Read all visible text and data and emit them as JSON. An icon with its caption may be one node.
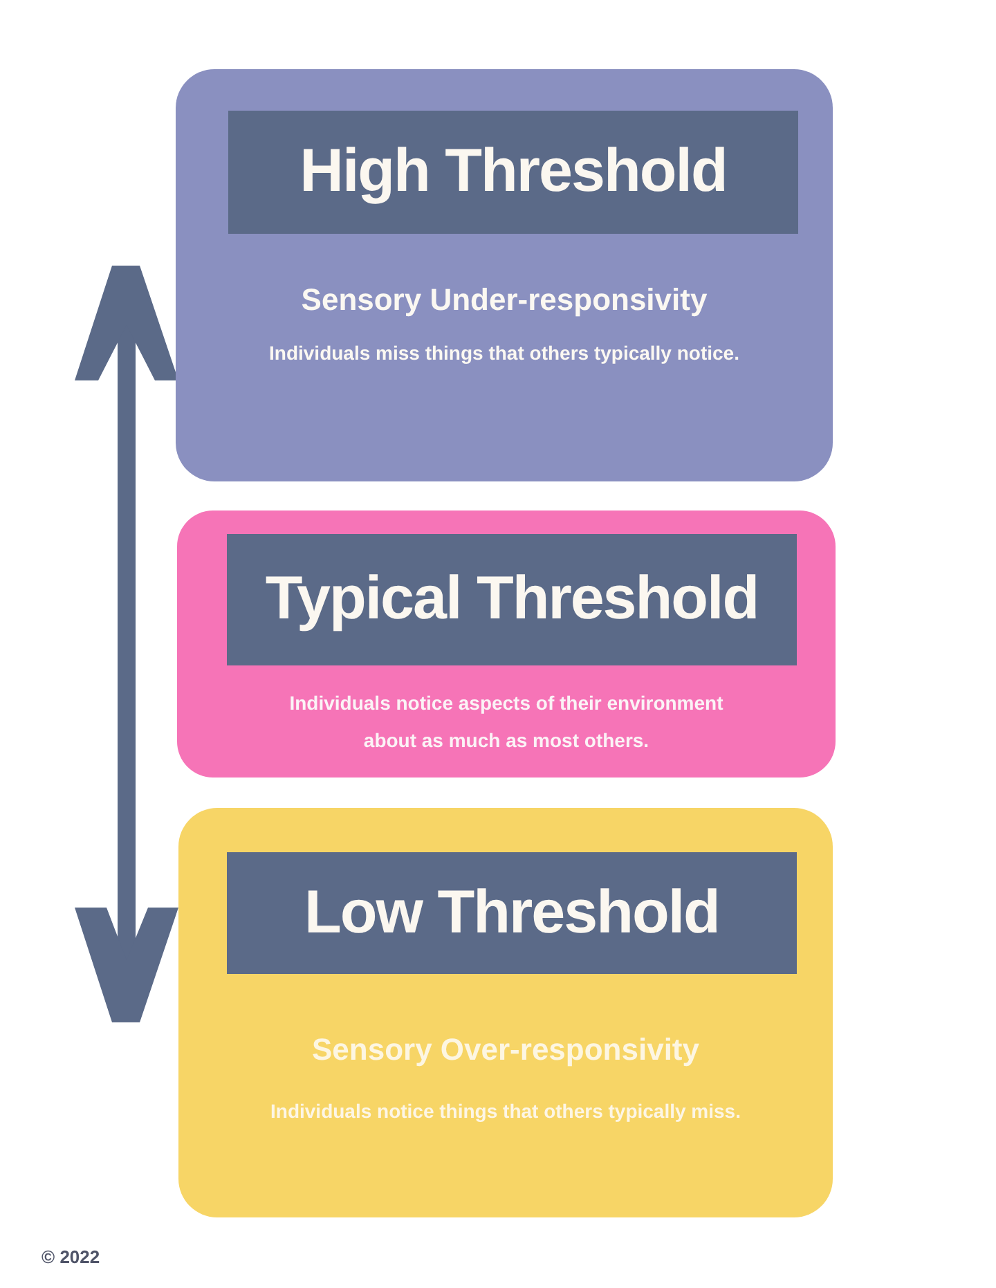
{
  "diagram": {
    "nodes": [
      {
        "text": [
          "Sensory Under-responsivity",
          "Individuals miss things that others typically notice."
        ]
      },
      {
        "text": [
          "High Threshold"
        ],
        "in": 0
      },
      {
        "text": [
          "Individuals notice aspects of their environment about as much as most others."
        ]
      },
      {
        "text": [
          "Typical Threshold"
        ],
        "in": 2
      },
      {
        "text": [
          "Sensory Over-responsivity",
          "Individuals notice things that others typically miss."
        ]
      },
      {
        "text": [
          "Low Threshold"
        ],
        "in": 4
      }
    ],
    "labels": [
      "© 2022"
    ]
  }
}
